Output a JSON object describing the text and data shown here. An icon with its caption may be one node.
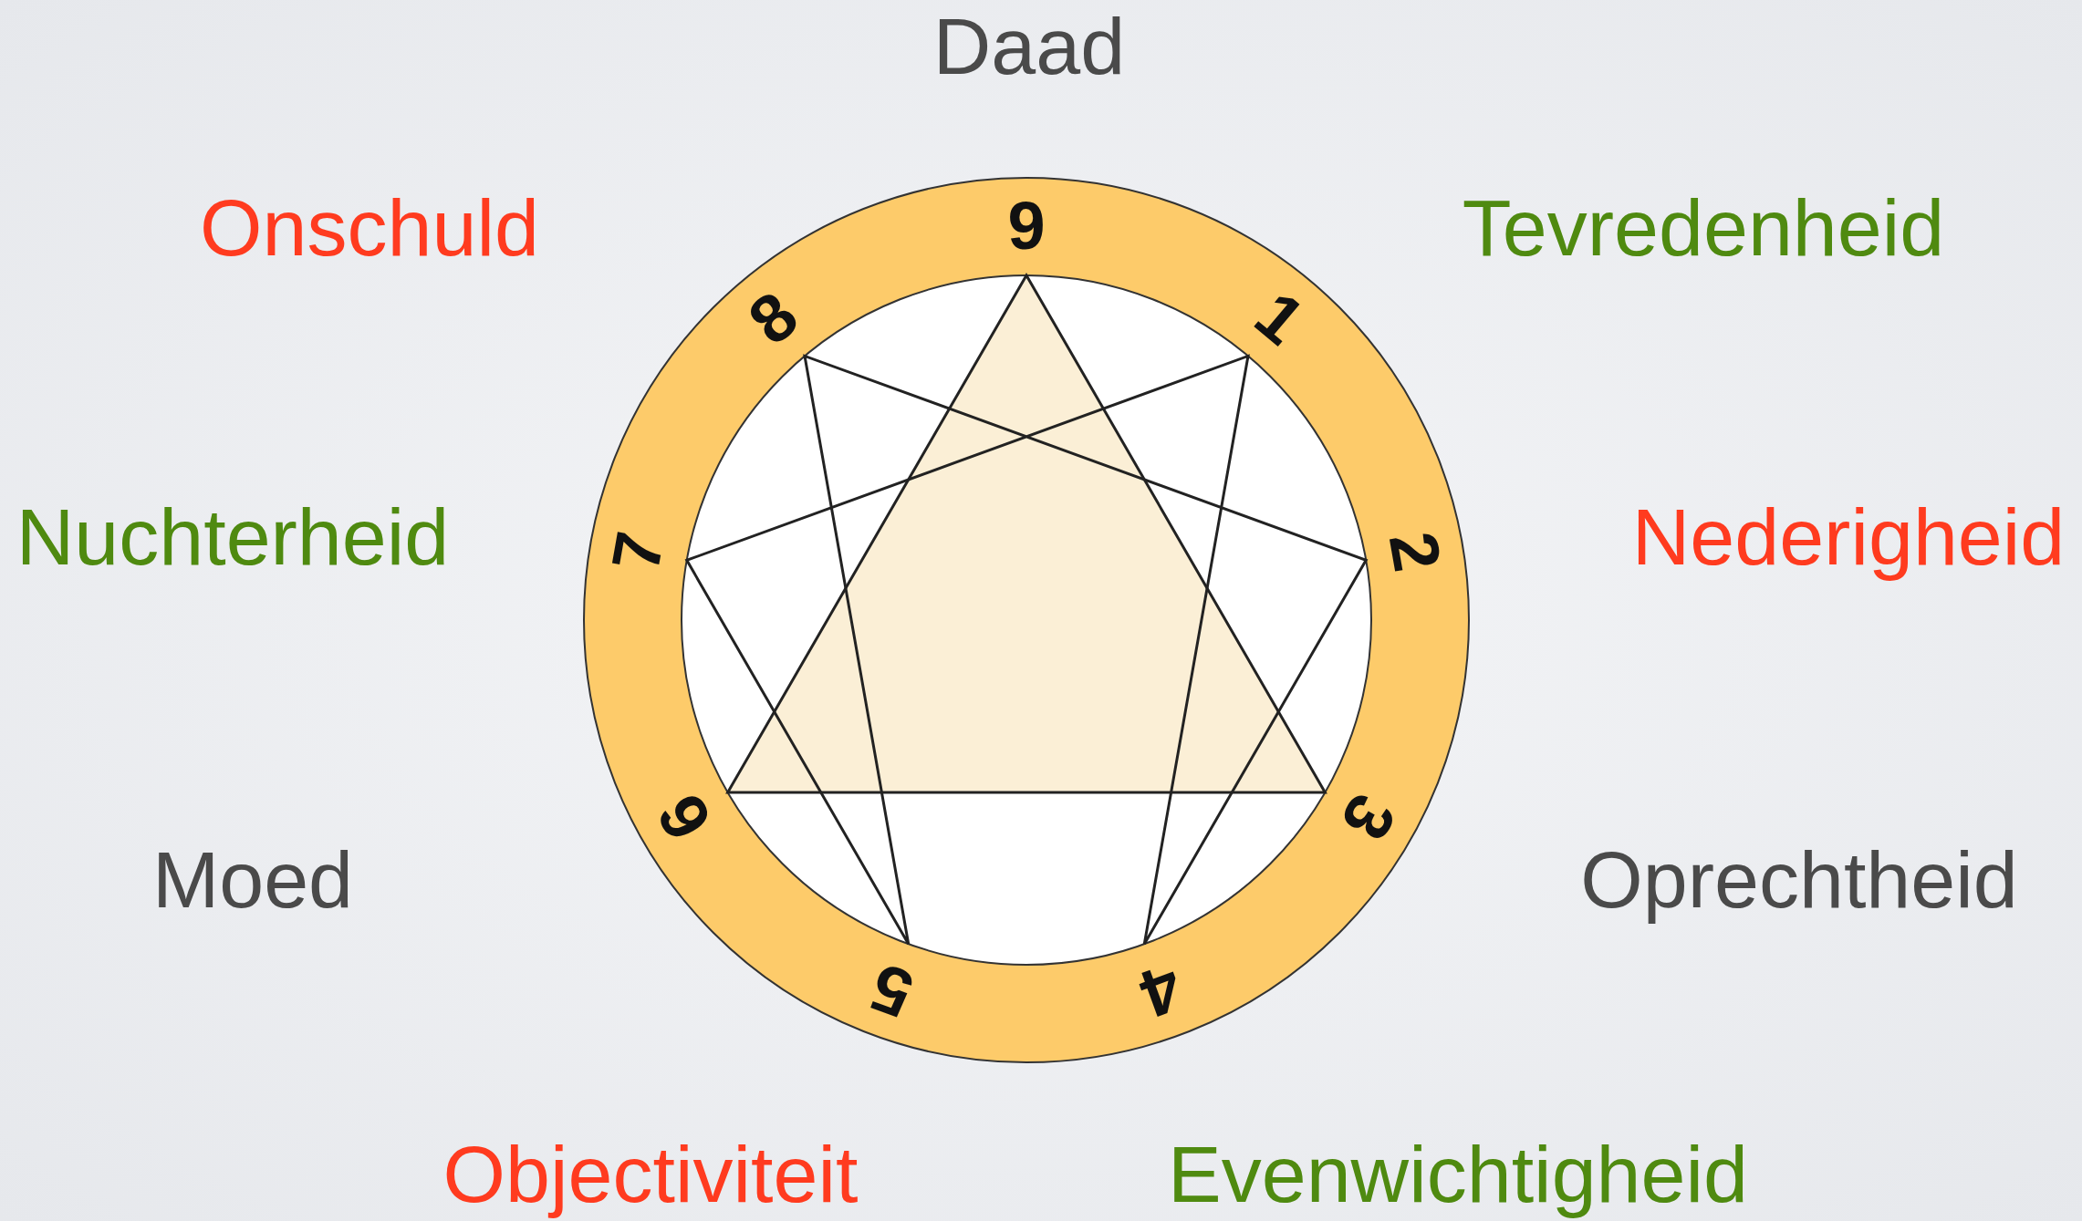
{
  "diagram": {
    "labels": [
      "Daad",
      "Onschuld",
      "9",
      "Tevredenheid",
      "8",
      "1",
      "Nuchterheid",
      "7",
      "2",
      "Nederigheid",
      "6",
      "3",
      "Moed",
      "Oprechtheid",
      "5",
      "4",
      "Objectiviteit",
      "Evenwichtigheid"
    ]
  }
}
